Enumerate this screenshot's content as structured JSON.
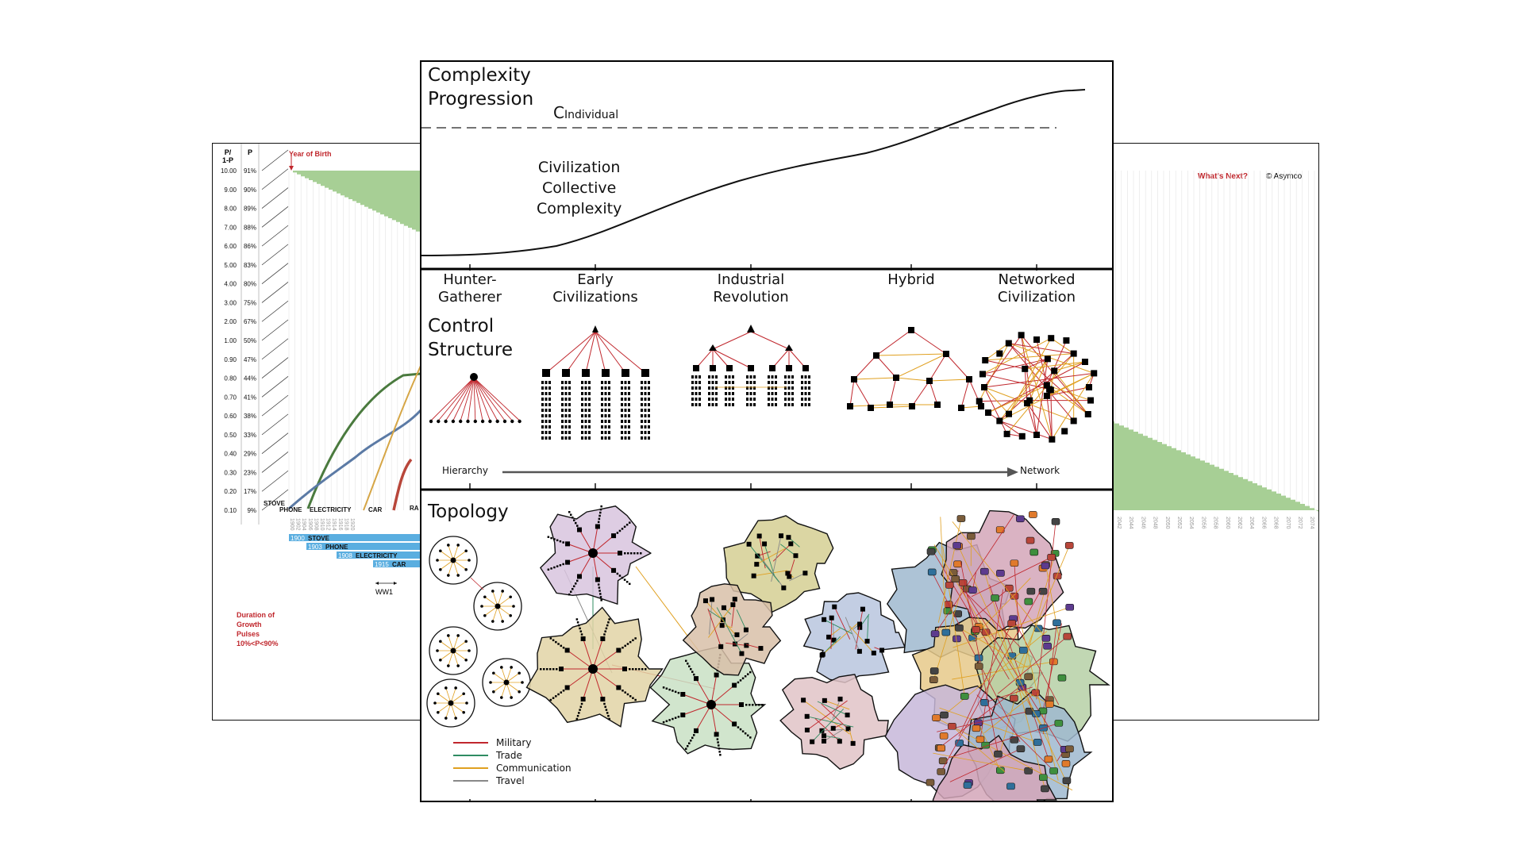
{
  "back_chart": {
    "col1_header": "P/\n1-P",
    "col2_header": "P",
    "odds_ticks": [
      "10.00",
      "9.00",
      "8.00",
      "7.00",
      "6.00",
      "5.00",
      "4.00",
      "3.00",
      "2.00",
      "1.00",
      "0.90",
      "0.80",
      "0.70",
      "0.60",
      "0.50",
      "0.40",
      "0.30",
      "0.20",
      "0.10"
    ],
    "pct_ticks": [
      "91%",
      "90%",
      "89%",
      "88%",
      "86%",
      "83%",
      "80%",
      "75%",
      "67%",
      "50%",
      "47%",
      "44%",
      "41%",
      "38%",
      "33%",
      "29%",
      "23%",
      "17%",
      "9%"
    ],
    "year_of_birth": "Year of Birth",
    "whats_next": "What's Next?",
    "copyright": "© Asymco",
    "curve_labels": [
      "STOVE",
      "PHONE",
      "ELECTRICITY",
      "CAR",
      "RA"
    ],
    "left_years": [
      "1900",
      "1902",
      "1904",
      "1906",
      "1908",
      "1910",
      "1912",
      "1914",
      "1916",
      "1918",
      "1920"
    ],
    "right_years": [
      "2042",
      "2044",
      "2046",
      "2048",
      "2050",
      "2052",
      "2054",
      "2056",
      "2058",
      "2060",
      "2062",
      "2064",
      "2066",
      "2068",
      "2070",
      "2072",
      "2074"
    ],
    "bars": [
      {
        "year": "1900",
        "name": "STOVE"
      },
      {
        "year": "1903",
        "name": "PHONE"
      },
      {
        "year": "1908",
        "name": "ELECTRICITY"
      },
      {
        "year": "1915",
        "name": "CAR"
      }
    ],
    "ww1": "WW1",
    "duration_note": "Duration of\nGrowth\nPulses\n10%<P<90%",
    "colors": {
      "green_fill": "#a7cf95",
      "bar_blue": "#5aaee0",
      "accent_red": "#c0272d"
    }
  },
  "poster": {
    "complexity": {
      "title": "Complexity\nProgression",
      "c_symbol": "C",
      "c_subscript": "Individual",
      "curve_label": "Civilization\nCollective\nComplexity"
    },
    "control": {
      "title": "Control\nStructure",
      "stages": [
        "Hunter-\nGatherer",
        "Early\nCivilizations",
        "Industrial\nRevolution",
        "Hybrid",
        "Networked\nCivilization"
      ],
      "axis_left": "Hierarchy",
      "axis_right": "Network"
    },
    "topology": {
      "title": "Topology",
      "legend": [
        {
          "label": "Military",
          "color": "#c0272d"
        },
        {
          "label": "Trade",
          "color": "#2f8c62"
        },
        {
          "label": "Communication",
          "color": "#e0a020"
        },
        {
          "label": "Travel",
          "color": "#888888"
        }
      ]
    }
  }
}
